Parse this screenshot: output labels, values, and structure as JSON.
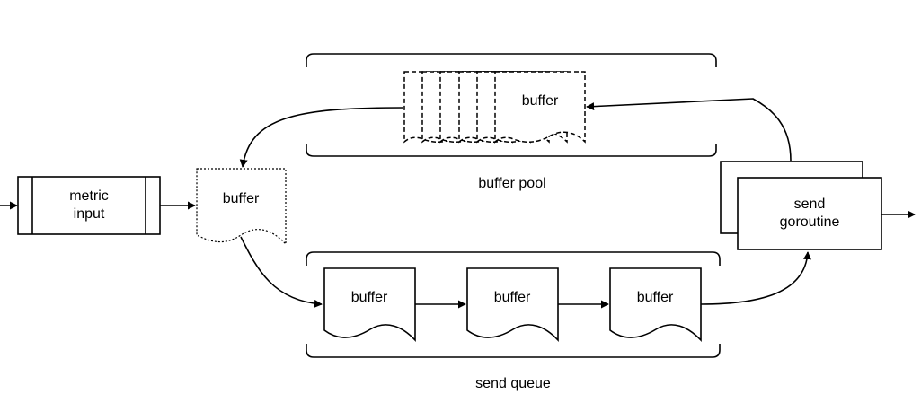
{
  "metric_input": {
    "line1": "metric",
    "line2": "input"
  },
  "staging_buffer": {
    "label": "buffer"
  },
  "buffer_pool": {
    "buffer_label": "buffer",
    "caption": "buffer pool"
  },
  "send_queue": {
    "buffers": [
      {
        "label": "buffer"
      },
      {
        "label": "buffer"
      },
      {
        "label": "buffer"
      }
    ],
    "caption": "send queue"
  },
  "send_goroutine": {
    "line1": "send",
    "line2": "goroutine"
  },
  "colors": {
    "stroke": "#000000",
    "fill": "#ffffff"
  }
}
